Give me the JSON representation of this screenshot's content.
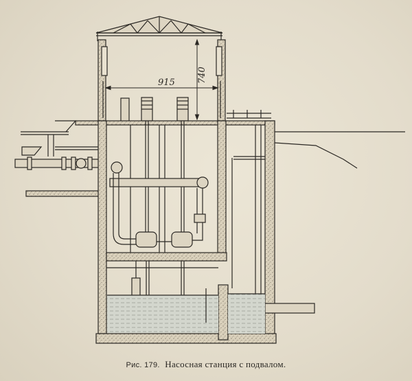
{
  "dimensions": {
    "width_label": "915",
    "height_label": "740"
  },
  "caption": {
    "figure_label": "Рис. 179.",
    "text": "Насосная станция с подвалом."
  },
  "colors": {
    "paper": "#e6dfcf",
    "ink": "#2b2824",
    "concrete": "#d6cdb8",
    "water": "#cfd3cc"
  }
}
